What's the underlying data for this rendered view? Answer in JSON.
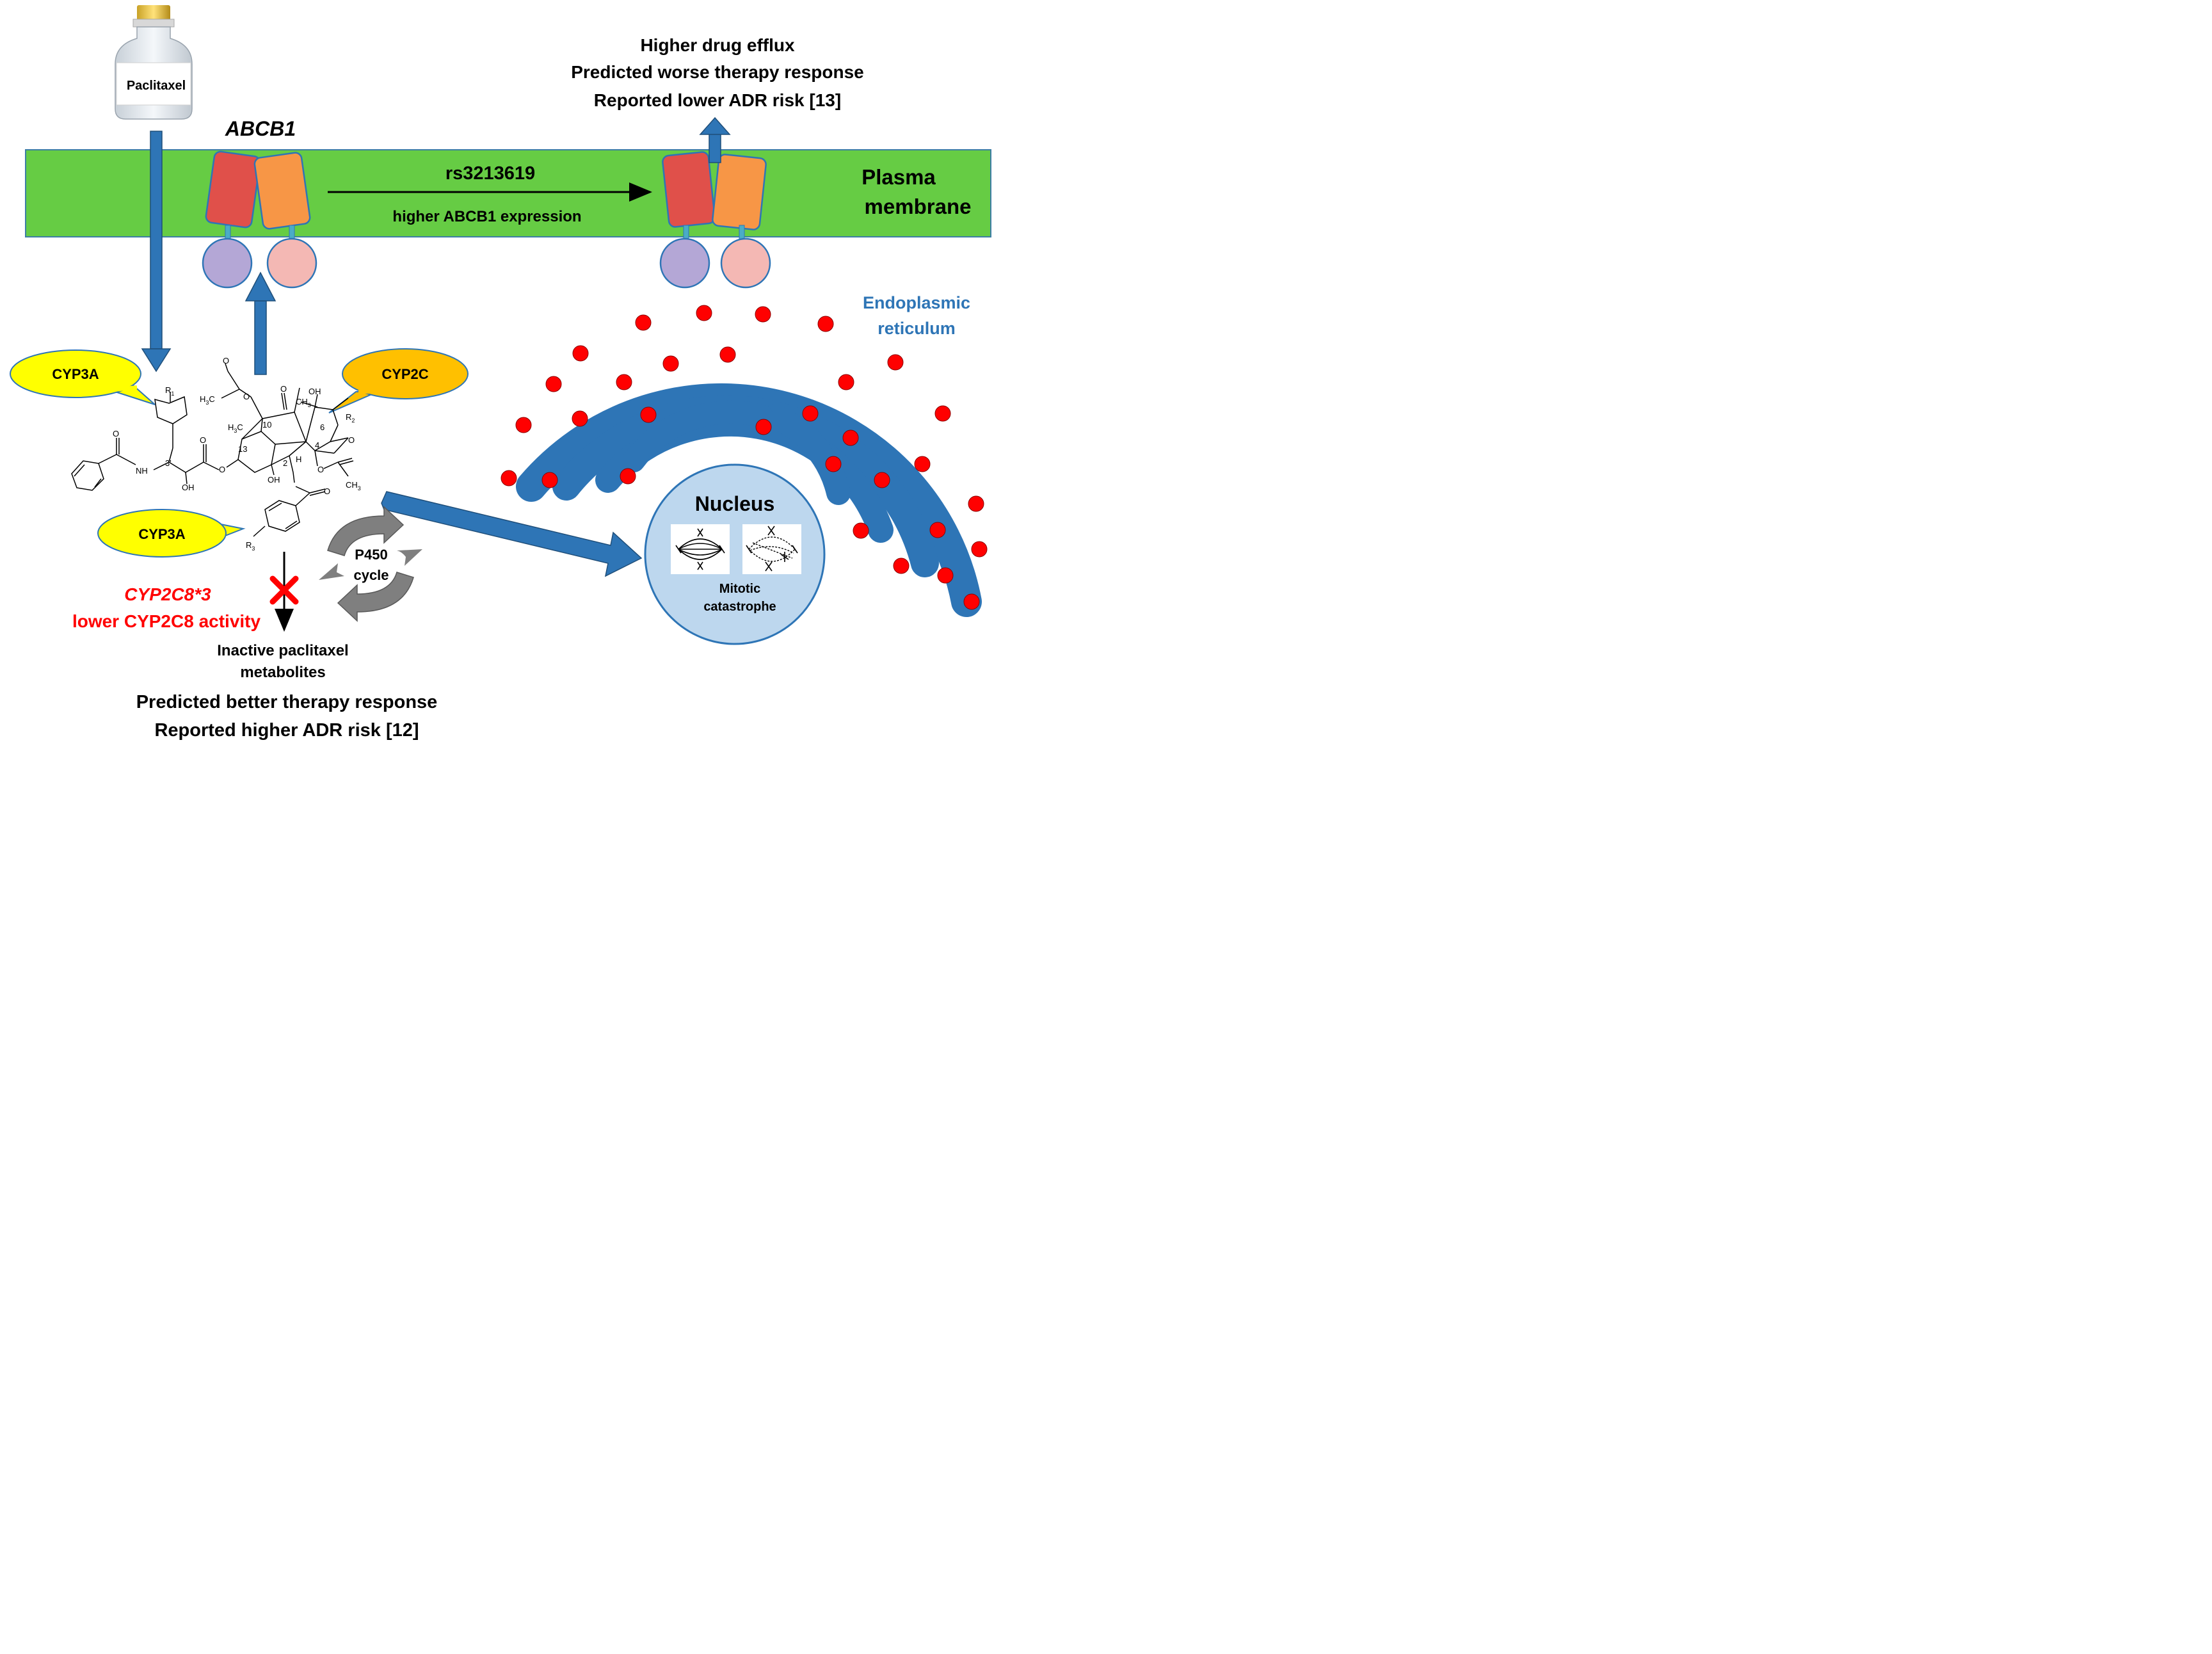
{
  "vial": {
    "label": "Paclitaxel"
  },
  "membrane": {
    "line1": "Plasma",
    "line2": "membrane",
    "color": "#66cc44"
  },
  "transporter": {
    "gene": "ABCB1",
    "snp": "rs3213619",
    "effect": "higher ABCB1 expression"
  },
  "efflux_outcome": {
    "line1": "Higher drug efflux",
    "line2": "Predicted worse therapy response",
    "line3": "Reported lower ADR risk [13]"
  },
  "enzymes": {
    "cyp3a_top": "CYP3A",
    "cyp2c": "CYP2C",
    "cyp3a_bottom": "CYP3A"
  },
  "molecule": {
    "r1": "R",
    "r1_sub": "1",
    "r2": "R",
    "r2_sub": "2",
    "r3": "R",
    "r3_sub": "3",
    "h3c_a": "H",
    "h3c_a_sub": "3",
    "h3c_a_c": "C",
    "h3c_b": "H",
    "h3c_b_sub": "3",
    "h3c_b_c": "C",
    "ch3_a": "CH",
    "ch3_a_sub": "3",
    "ch3_b": "CH",
    "ch3_b_sub": "3",
    "oh_top": "OH",
    "oh_left": "OH",
    "oh_bottom": "OH",
    "nh": "NH",
    "o1": "O",
    "o2": "O",
    "o3": "O",
    "o4": "O",
    "o5": "O",
    "o6": "O",
    "o7": "O",
    "o8": "O",
    "o9": "O",
    "h": "H",
    "n10": "10",
    "n13": "13",
    "n6": "6",
    "n4": "4",
    "n2": "2",
    "n3p": "3'"
  },
  "cycle": {
    "line1": "P450",
    "line2": "cycle"
  },
  "variant": {
    "name": "CYP2C8*3",
    "effect": "lower CYP2C8 activity",
    "color": "#ff0000"
  },
  "metabolites": {
    "line1": "Inactive paclitaxel",
    "line2": "metabolites"
  },
  "variant_outcome": {
    "line1": "Predicted better therapy response",
    "line2": "Reported higher ADR risk [12]"
  },
  "er": {
    "line1": "Endoplasmic",
    "line2": "reticulum",
    "color": "#2e75b6",
    "ribosome_color": "#ff0000"
  },
  "nucleus": {
    "title": "Nucleus",
    "caption_line1": "Mitotic",
    "caption_line2": "catastrophe",
    "fill": "#bdd7ee"
  },
  "colors": {
    "arrow_blue": "#2e75b6",
    "red_subunit": "#e0504a",
    "orange_subunit": "#f79646",
    "purple_domain": "#b4a7d6",
    "pink_domain": "#f4b8b4",
    "yellow_bubble": "#ffff00",
    "gold_bubble": "#ffc000",
    "grey_cycle": "#7f7f7f"
  }
}
